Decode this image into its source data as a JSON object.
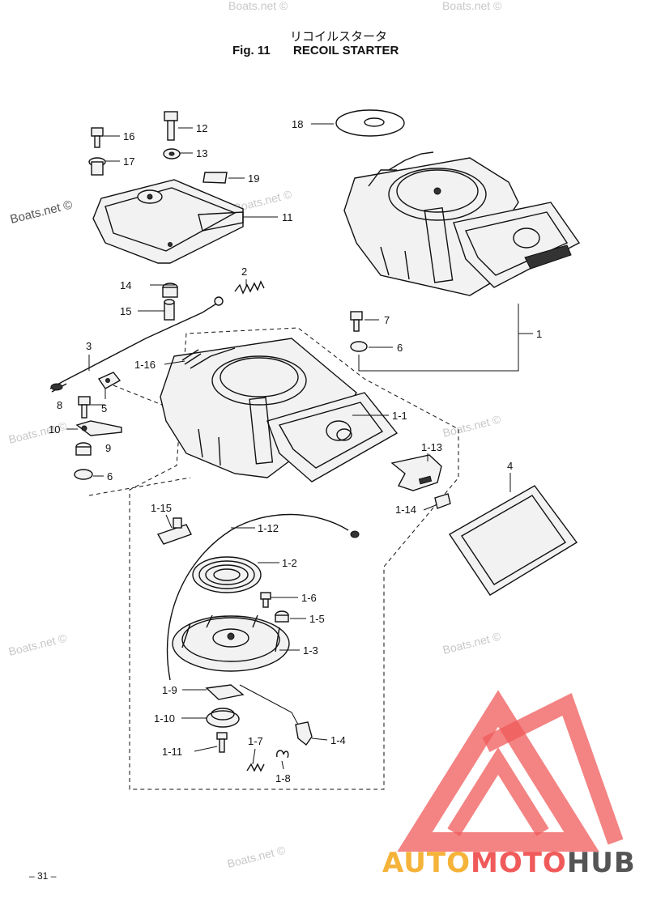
{
  "header": {
    "title_jp": "リコイルスタータ",
    "fig_num": "Fig. 11",
    "fig_name": "RECOIL STARTER"
  },
  "watermark": {
    "text": "Boats.net ©"
  },
  "labels": {
    "p1": "1",
    "p1_1": "1-1",
    "p1_2": "1-2",
    "p1_3": "1-3",
    "p1_4": "1-4",
    "p1_5": "1-5",
    "p1_6": "1-6",
    "p1_7": "1-7",
    "p1_8": "1-8",
    "p1_9": "1-9",
    "p1_10": "1-10",
    "p1_11": "1-11",
    "p1_12": "1-12",
    "p1_13": "1-13",
    "p1_14": "1-14",
    "p1_15": "1-15",
    "p1_16": "1-16",
    "p2": "2",
    "p3": "3",
    "p4": "4",
    "p5": "5",
    "p6a": "6",
    "p6b": "6",
    "p7": "7",
    "p8": "8",
    "p9": "9",
    "p10": "10",
    "p11": "11",
    "p12": "12",
    "p13": "13",
    "p14": "14",
    "p15": "15",
    "p16": "16",
    "p17": "17",
    "p18": "18",
    "p19": "19"
  },
  "footer": {
    "page": "– 31 –"
  },
  "brand": {
    "part1": "AUTO",
    "part2": "MOTO",
    "part3": "HUB"
  },
  "colors": {
    "logo_red": "#f05a5a",
    "logo_yellow": "#f5b33a",
    "logo_gray": "#555555"
  }
}
